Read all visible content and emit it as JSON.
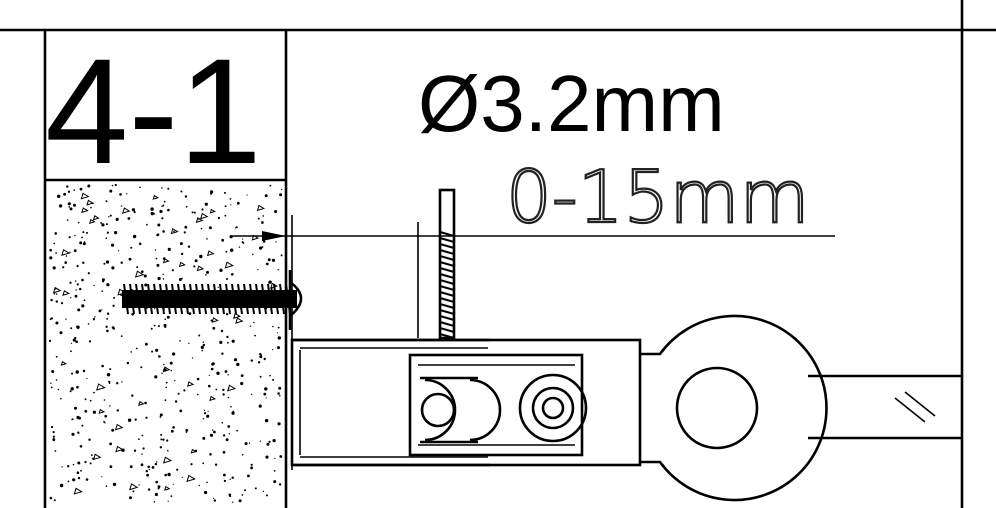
{
  "labels": {
    "section_number": "4-1",
    "diameter": "Ø3.2mm",
    "range": "0-15mm"
  },
  "colors": {
    "line": "#000000",
    "background": "#ffffff",
    "concrete_speckle": "#000000"
  }
}
